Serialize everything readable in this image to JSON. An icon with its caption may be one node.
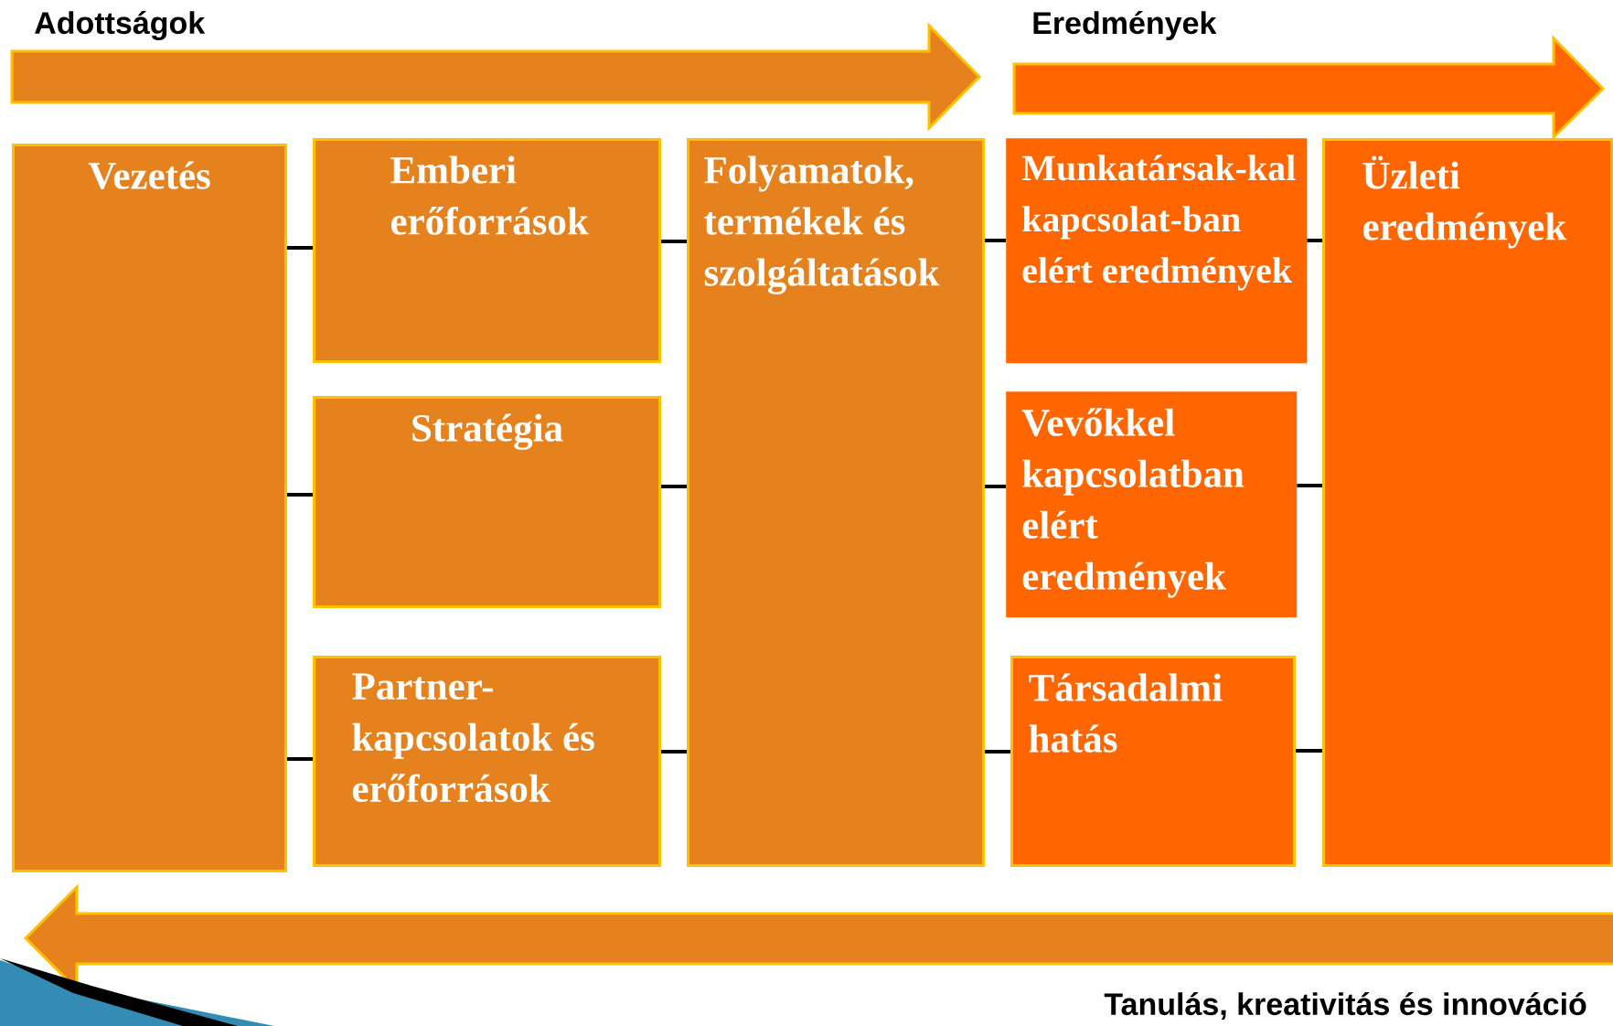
{
  "diagram": {
    "nodes": [
      {
        "text": [
          "Vezetés"
        ]
      },
      {
        "text": [
          "Emberi erőforrások"
        ]
      },
      {
        "text": [
          "Stratégia"
        ]
      },
      {
        "text": [
          "Partner-kapcsolatok és erőforrások"
        ]
      },
      {
        "text": [
          "Folyamatok, termékek és szolgáltatások"
        ]
      },
      {
        "text": [
          "Munkatársak-kal kapcsolat-ban elért eredmények"
        ]
      },
      {
        "text": [
          "Vevőkkel kapcsolatban elért eredmények"
        ]
      },
      {
        "text": [
          "Társadalmi hatás"
        ]
      },
      {
        "text": [
          "Üzleti eredmények"
        ]
      }
    ],
    "edges": [
      {
        "from": 0,
        "to": 1,
        "arrow": "none"
      },
      {
        "from": 0,
        "to": 2,
        "arrow": "none"
      },
      {
        "from": 0,
        "to": 3,
        "arrow": "none"
      },
      {
        "from": 1,
        "to": 4,
        "arrow": "none"
      },
      {
        "from": 2,
        "to": 4,
        "arrow": "none"
      },
      {
        "from": 3,
        "to": 4,
        "arrow": "none"
      },
      {
        "from": 4,
        "to": 5,
        "arrow": "none"
      },
      {
        "from": 4,
        "to": 6,
        "arrow": "none"
      },
      {
        "from": 4,
        "to": 7,
        "arrow": "none"
      },
      {
        "from": 5,
        "to": 8,
        "arrow": "none"
      },
      {
        "from": 6,
        "to": 8,
        "arrow": "none"
      },
      {
        "from": 7,
        "to": 8,
        "arrow": "none"
      }
    ],
    "labels": [
      "Adottságok",
      "Eredmények",
      "Tanulás, kreativitás és innováció"
    ]
  }
}
